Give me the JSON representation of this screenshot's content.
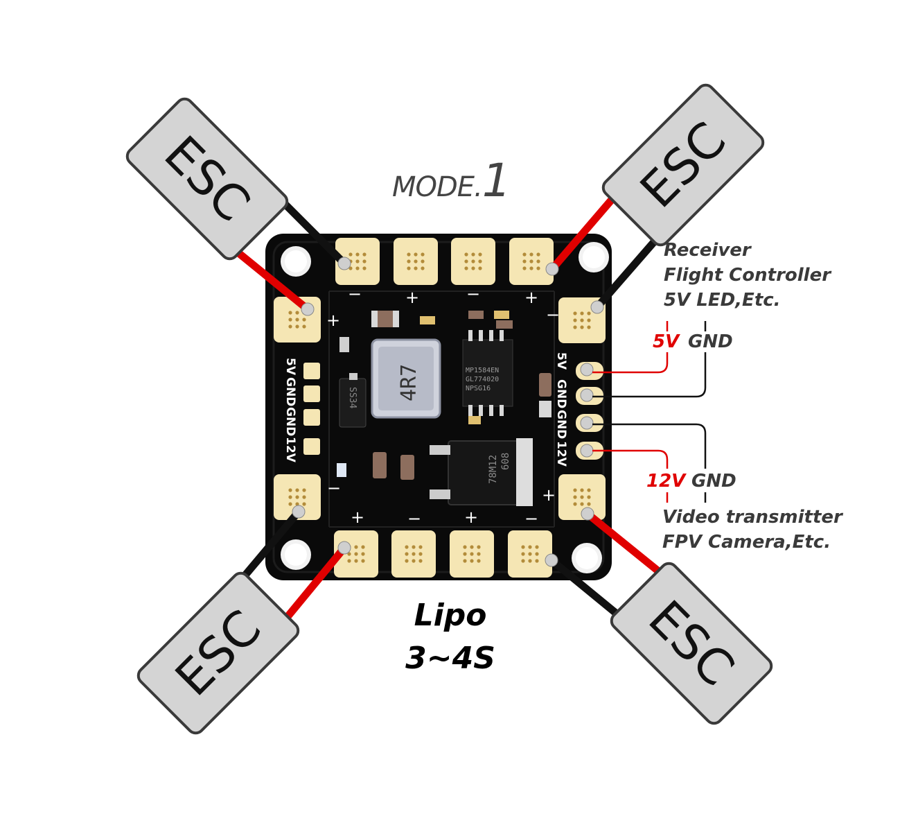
{
  "title": {
    "prefix": "MODE.",
    "number": "1"
  },
  "esc": {
    "label": "ESC"
  },
  "board": {
    "silkscreen": {
      "plus": "+",
      "minus": "−",
      "pad_5v": "5V",
      "pad_gnd": "GND",
      "pad_12v": "12V"
    },
    "chips": {
      "inductor": "4R7",
      "ic_top": "MP1584EN",
      "ic_top_line2": "GL774020",
      "ic_top_line3": "NPSG16",
      "regulator": "78M12",
      "regulator_line2": "608",
      "diode": "SS34"
    }
  },
  "outputs": {
    "five_v_group": {
      "line1": "Receiver",
      "line2": "Flight Controller",
      "line3": "5V LED,Etc."
    },
    "five_v_pins": {
      "v": "5V",
      "gnd": "GND"
    },
    "twelve_v_pins": {
      "v": "12V",
      "gnd": "GND"
    },
    "twelve_v_group": {
      "line1": "Video transmitter",
      "line2": "FPV Camera,Etc."
    }
  },
  "input": {
    "line1": "Lipo",
    "line2": "3~4S"
  },
  "colors": {
    "wire_positive": "#e00000",
    "wire_negative": "#111111",
    "board": "#0a0a0a",
    "pad": "#f5e6b4",
    "esc_body": "#d4d4d4",
    "esc_outline": "#3a3a3a",
    "label_5v_color": "#e00000"
  }
}
